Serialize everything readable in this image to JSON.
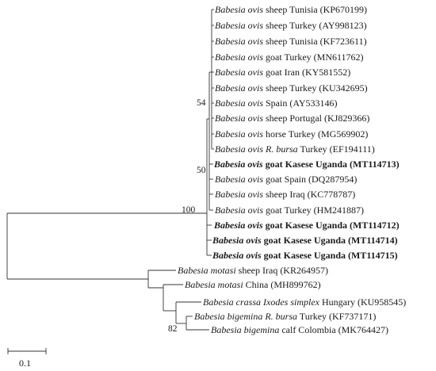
{
  "tree": {
    "leaves": [
      {
        "species": "Babesia ovis",
        "rest": " sheep Tunisia (KP670199)",
        "bold": false
      },
      {
        "species": "Babesia ovis",
        "rest": " sheep Turkey (AY998123)",
        "bold": false
      },
      {
        "species": "Babesia ovis",
        "rest": " sheep Tunisia (KF723611)",
        "bold": false
      },
      {
        "species": "Babesia ovis",
        "rest": " goat Turkey (MN611762)",
        "bold": false
      },
      {
        "species": "Babesia ovis",
        "rest": " goat Iran (KY581552)",
        "bold": false
      },
      {
        "species": "Babesia ovis",
        "rest": " sheep Turkey (KU342695)",
        "bold": false
      },
      {
        "species": "Babesia ovis",
        "rest": " Spain (AY533146)",
        "bold": false
      },
      {
        "species": "Babesia ovis",
        "rest": " sheep Portugal (KJ829366)",
        "bold": false
      },
      {
        "species": "Babesia ovis",
        "rest": " horse Turkey (MG569902)",
        "bold": false
      },
      {
        "species": "Babesia ovis R. bursa",
        "rest": " Turkey (EF194111)",
        "bold": false
      },
      {
        "species": "Babesia ovis",
        "rest": " goat Kasese Uganda (MT114713)",
        "bold": true
      },
      {
        "species": "Babesia ovis",
        "rest": " goat Spain (DQ287954)",
        "bold": false
      },
      {
        "species": "Babesia ovis",
        "rest": " sheep Iraq (KC778787)",
        "bold": false
      },
      {
        "species": "Babesia ovis",
        "rest": " goat Turkey (HM241887)",
        "bold": false
      },
      {
        "species": "Babesia ovis",
        "rest": " goat Kasese Uganda (MT114712)",
        "bold": true
      },
      {
        "species": "Babesia ovis",
        "rest": " goat Kasese Uganda (MT114714)",
        "bold": true
      },
      {
        "species": "Babesia ovis",
        "rest": " goat Kasese Uganda (MT114715)",
        "bold": true
      },
      {
        "species": "Babesia motasi",
        "rest": " sheep Iraq (KR264957)",
        "bold": false
      },
      {
        "species": "Babesia motasi",
        "rest": " China (MH899762)",
        "bold": false
      },
      {
        "species": "Babesia crassa Ixodes simplex",
        "rest": " Hungary (KU958545)",
        "bold": false
      },
      {
        "species": "Babesia bigemina R. bursa",
        "rest": " Turkey (KF737171)",
        "bold": false
      },
      {
        "species": "Babesia bigemina",
        "rest": " calf Colombia (MK764427)",
        "bold": false
      }
    ],
    "bootstrap": [
      "54",
      "50",
      "100",
      "82"
    ],
    "scale_label": "0.1"
  }
}
